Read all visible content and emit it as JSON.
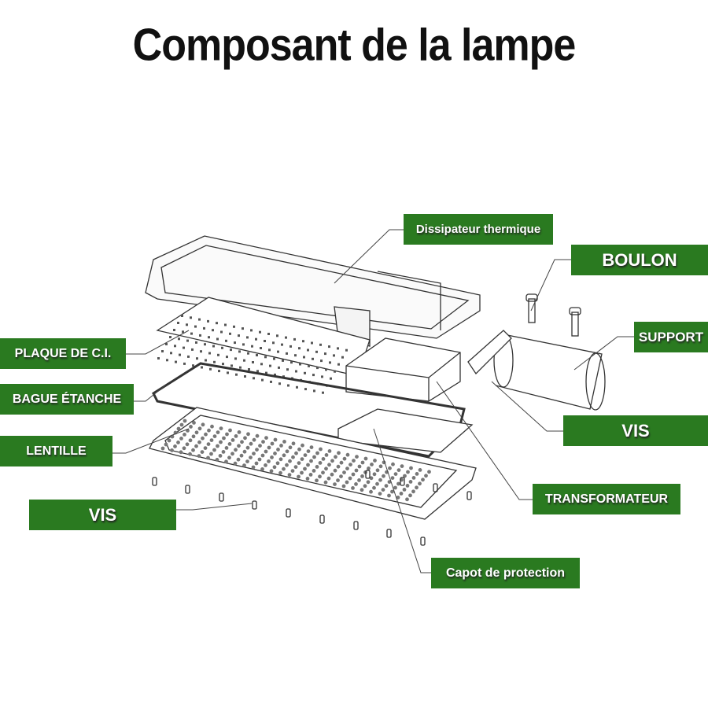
{
  "title": "Composant de la lampe",
  "labels": {
    "heat_sink": "Dissipateur thermique",
    "bolt": "BOULON",
    "support": "SUPPORT",
    "pcb": "PLAQUE DE C.I.",
    "seal_ring": "BAGUE ÉTANCHE",
    "lens": "LENTILLE",
    "screw_left": "VIS",
    "screw_right": "VIS",
    "transformer": "TRANSFORMATEUR",
    "protective_cover": "Capot de protection"
  },
  "colors": {
    "label_bg": "#2a7a20",
    "label_text": "#ffffff"
  }
}
